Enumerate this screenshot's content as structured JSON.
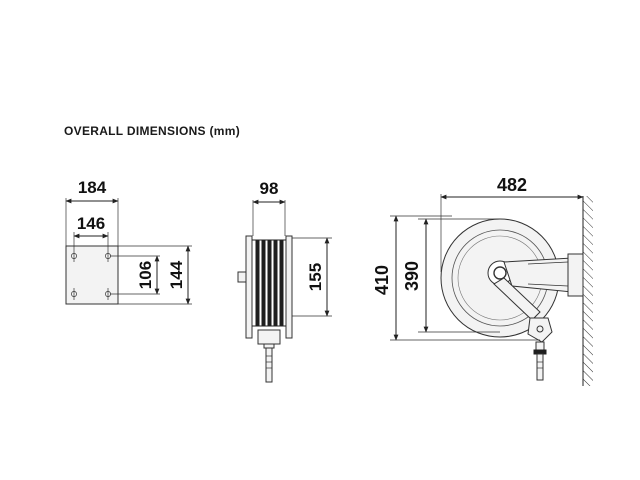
{
  "title": "OVERALL DIMENSIONS (mm)",
  "dimensions": {
    "bracket_width": "184",
    "bracket_hole_spacing": "146",
    "bracket_hole_height": "106",
    "bracket_height": "144",
    "reel_depth": "98",
    "reel_drum_height": "155",
    "reel_length": "482",
    "reel_height": "410",
    "reel_drum_diameter": "390"
  },
  "colors": {
    "line": "#222222",
    "part_fill": "#f3f3f3",
    "text": "#111111"
  }
}
